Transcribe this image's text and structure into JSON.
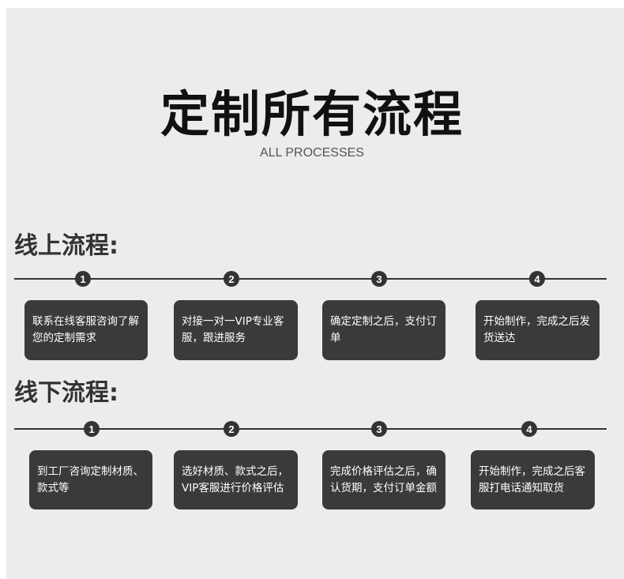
{
  "header": {
    "title": "定制所有流程",
    "subtitle": "ALL PROCESSES"
  },
  "online": {
    "title": "线上流程:",
    "steps": [
      {
        "num": "1",
        "text": "联系在线客服咨询了解您的定制需求"
      },
      {
        "num": "2",
        "text": "对接一对一VIP专业客服，跟进服务"
      },
      {
        "num": "3",
        "text": "确定定制之后，支付订单"
      },
      {
        "num": "4",
        "text": "开始制作，完成之后发货送达"
      }
    ]
  },
  "offline": {
    "title": "线下流程:",
    "steps": [
      {
        "num": "1",
        "text": "到工厂咨询定制材质、款式等"
      },
      {
        "num": "2",
        "text": "选好材质、款式之后，VIP客服进行价格评估"
      },
      {
        "num": "3",
        "text": "完成价格评估之后，确认货期，支付订单金额"
      },
      {
        "num": "4",
        "text": "开始制作，完成之后客服打电话通知取货"
      }
    ]
  },
  "colors": {
    "background": "#ececec",
    "card": "#3a3a3a",
    "line": "#333333"
  }
}
